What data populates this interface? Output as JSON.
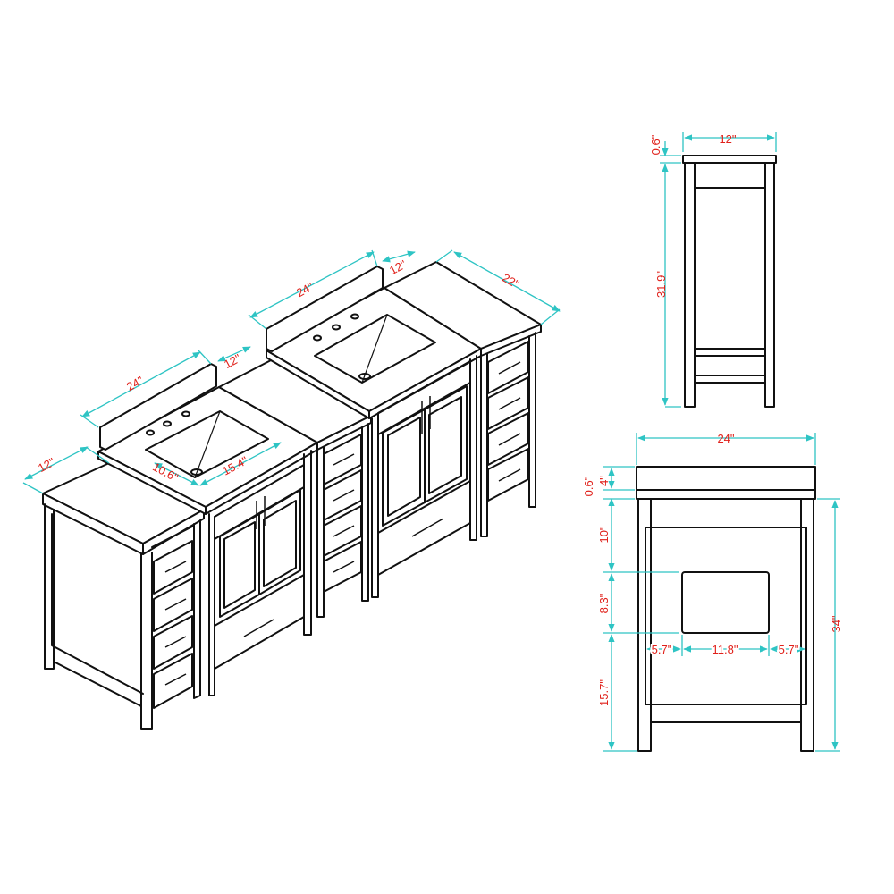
{
  "colors": {
    "line": "#111111",
    "dimension_line": "#2ec4c4",
    "dimension_text": "#e0201a"
  },
  "perspective_view": {
    "labels": {
      "left_cabinet_depth": "12\"",
      "left_vanity_width": "24\"",
      "left_vanity_depth": "12\"",
      "sink_bowl_width": "10.6\"",
      "sink_bowl_length": "15.4\"",
      "right_vanity_width": "24\"",
      "right_vanity_depth": "12\"",
      "right_cabinet_depth": "22\""
    }
  },
  "side_view": {
    "labels": {
      "depth": "12\"",
      "top_thickness": "0.6\"",
      "body_height": "31.9\""
    }
  },
  "front_view": {
    "labels": {
      "width": "24\"",
      "top_thickness": "0.6\"",
      "backsplash": "4\"",
      "upper_gap": "10\"",
      "cutout_height": "8.3\"",
      "left_margin": "5.7\"",
      "cutout_width": "11.8\"",
      "right_margin": "5.7\"",
      "base_height": "15.7\"",
      "total_height": "34\""
    }
  }
}
